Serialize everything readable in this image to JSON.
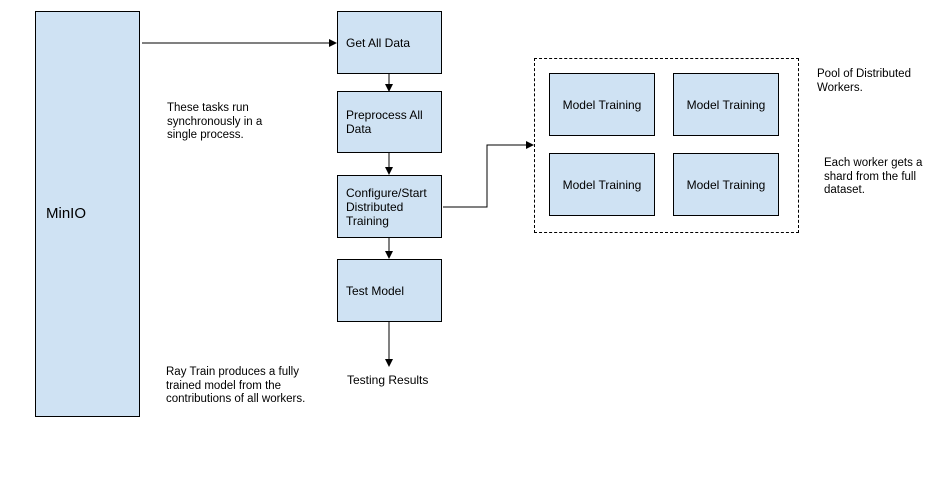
{
  "storage": {
    "label": "MinIO"
  },
  "steps": {
    "get_data": "Get All Data",
    "preprocess": "Preprocess All\nData",
    "configure": "Configure/Start\nDistributed\nTraining",
    "test_model": "Test Model"
  },
  "workers": [
    "Model Training",
    "Model Training",
    "Model Training",
    "Model Training"
  ],
  "notes": {
    "sync_tasks": "These tasks run\nsynchronously in a\nsingle process.",
    "pool": "Pool of Distributed\nWorkers.",
    "shard": "Each worker gets a\nshard from the full\ndataset.",
    "ray_train": "Ray Train produces a fully\ntrained model from the\ncontributions of all workers."
  },
  "output": {
    "label": "Testing Results"
  },
  "colors": {
    "box_fill": "#cfe2f3",
    "line": "#000000"
  }
}
